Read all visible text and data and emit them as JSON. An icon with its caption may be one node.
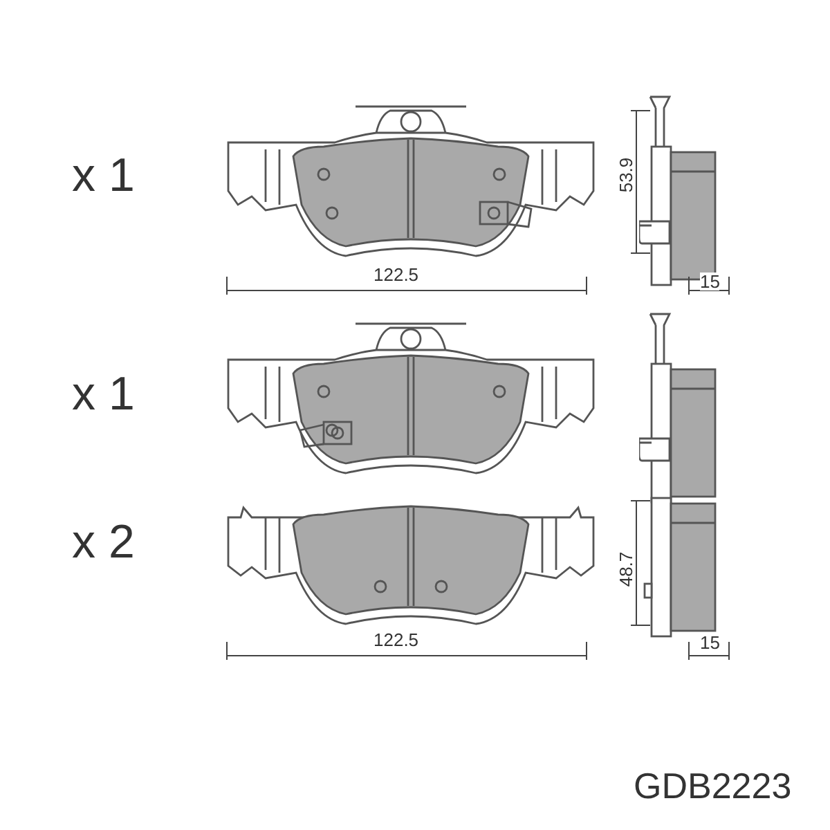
{
  "diagram": {
    "labels": [
      "x 1",
      "53.9",
      "122.5",
      "15",
      "x 1",
      "x 2",
      "48.7",
      "122.5",
      "15",
      "GDB2223"
    ]
  }
}
